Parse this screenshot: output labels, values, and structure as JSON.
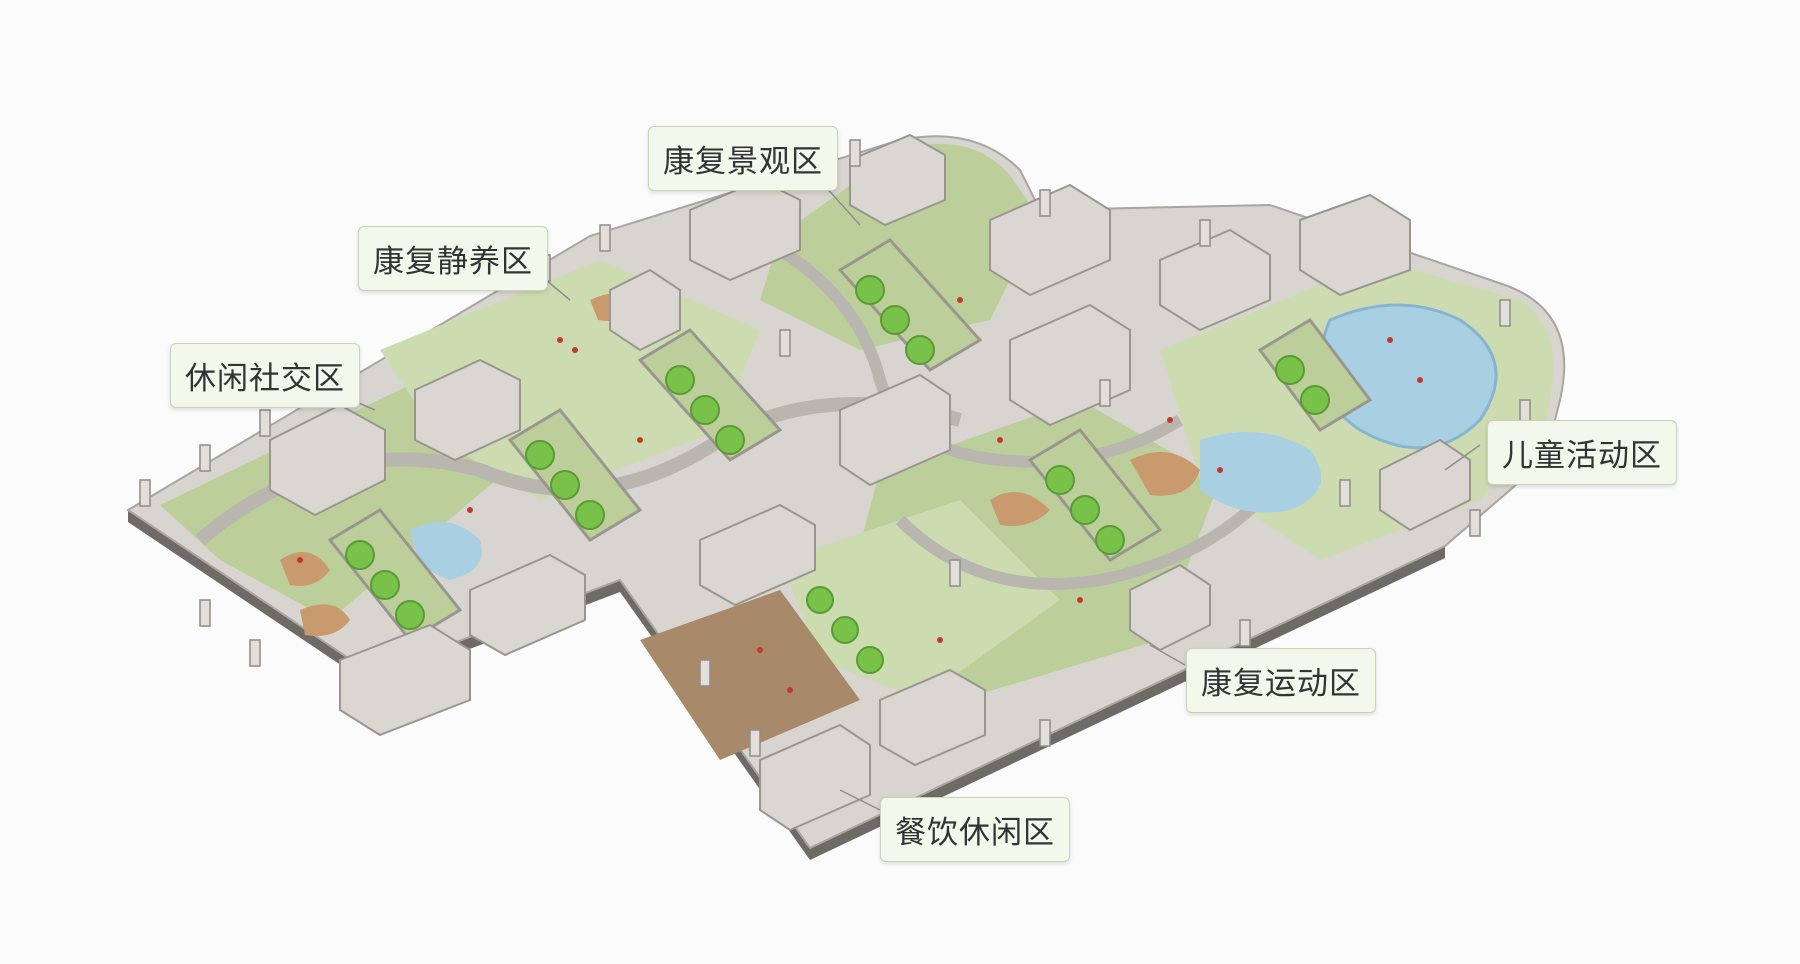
{
  "labels": {
    "landscape": "康复景观区",
    "quiet": "康复静养区",
    "social": "休闲社交区",
    "children": "儿童活动区",
    "exercise": "康复运动区",
    "dining": "餐饮休闲区"
  },
  "colors": {
    "background": "#fbfbfb",
    "lawn": "#bccf9a",
    "lawn_light": "#cddcb0",
    "path": "#b9b6b0",
    "slab_side": "#6e6a66",
    "slab_top": "#d8d5d1",
    "wall": "#dad7d3",
    "tree": "#79c24a",
    "play_blue": "#a9cfe3",
    "wood": "#c99a6d",
    "callout_bg": "#f4f7ec",
    "people": "#c23a2e"
  }
}
